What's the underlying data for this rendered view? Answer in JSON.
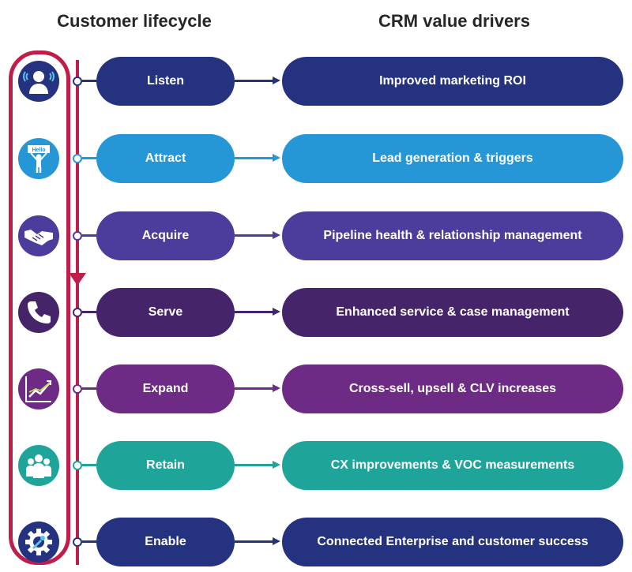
{
  "headings": {
    "left": "Customer lifecycle",
    "right": "CRM value drivers"
  },
  "colors": {
    "frame": "#bf1e4b",
    "heading_text": "#262626"
  },
  "rows": [
    {
      "stage": "Listen",
      "driver": "Improved marketing ROI",
      "icon": "listening-person-icon",
      "color": "#25327f"
    },
    {
      "stage": "Attract",
      "driver": "Lead generation & triggers",
      "icon": "hello-sign-person-icon",
      "color": "#2596d6",
      "sign_text": "Hello"
    },
    {
      "stage": "Acquire",
      "driver": "Pipeline health & relationship management",
      "icon": "handshake-icon",
      "color": "#4c3c9c"
    },
    {
      "stage": "Serve",
      "driver": "Enhanced service & case management",
      "icon": "phone-icon",
      "color": "#45246a"
    },
    {
      "stage": "Expand",
      "driver": "Cross-sell, upsell & CLV increases",
      "icon": "growth-chart-icon",
      "color": "#6d2b86"
    },
    {
      "stage": "Retain",
      "driver": "CX improvements & VOC measurements",
      "icon": "group-people-icon",
      "color": "#1fa49a"
    },
    {
      "stage": "Enable",
      "driver": "Connected Enterprise and customer success",
      "icon": "gear-wrench-icon",
      "color": "#25327f"
    }
  ]
}
